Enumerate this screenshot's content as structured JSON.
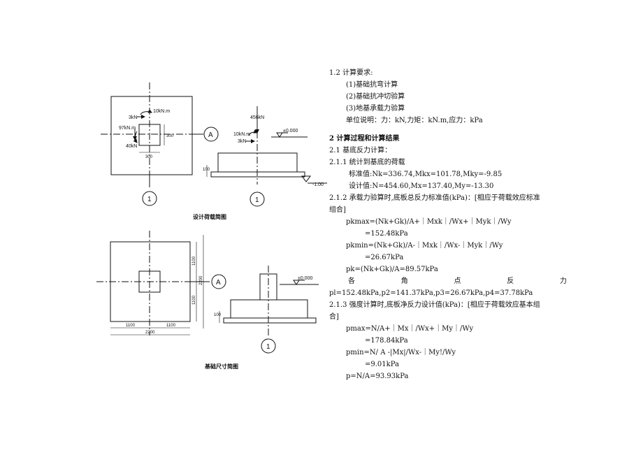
{
  "drawing1": {
    "caption": "设计荷载简图",
    "loads": {
      "moment_top": "10kN.m",
      "force_top": "3kN",
      "axial": "97kN.m",
      "force_left": "40kN",
      "dim_col_w": "300",
      "dim_col_h": "300"
    },
    "section": {
      "axial": "456kN",
      "moment": "10kN.m",
      "shear": "3kN",
      "elev_top": "±0.000",
      "elev_bot": "-1.00",
      "dim_base": "100"
    },
    "axis_a": "A",
    "axis_1_plan": "1",
    "axis_1_section": "1"
  },
  "drawing2": {
    "caption": "基础尺寸简图",
    "dims": {
      "right_top": "1100",
      "right_total": "2200",
      "right_bottom": "1100",
      "bottom_left": "1100",
      "bottom_right": "1100",
      "bottom_total": "2200"
    },
    "section": {
      "elev_top": "±0.000",
      "dim_base": "100"
    },
    "axis_a": "A",
    "axis_1": "1"
  },
  "text": {
    "l01": "1.2 计算要求:",
    "l02": "(1)基础抗弯计算",
    "l03": "(2)基础抗冲切验算",
    "l04": "(3)地基承载力验算",
    "l05": "单位说明：力：kN,力矩：kN.m,应力：kPa",
    "l06": "2 计算过程和计算结果",
    "l07": "2.1 基底反力计算：",
    "l08": "2.1.1 统计到基底的荷载",
    "l09": "标准值:Nk=336.74,Mkx=101.78,Mky=-9.85",
    "l10": "设计值:N=454.60,Mx=137.40,My=-13.30",
    "l11": "2.1.2 承载力验算时,底板总反力标准值(kPa)：[相应于荷载效应标准",
    "l12": "组合]",
    "l13": "pkmax=(Nk+Gk)/A+｜Mxk｜/Wx+｜Myk｜/Wy",
    "l14": "=152.48kPa",
    "l15": "pkmin=(Nk+Gk)/A-｜Mxk｜/Wx-｜Myk｜/Wy",
    "l16": "=26.67kPa",
    "l17": "pk=(Nk+Gk)/A=89.57kPa",
    "corner": [
      "各",
      "角",
      "点",
      "反",
      "力"
    ],
    "l18": "pl=152.48kPa,p2=141.37kPa,p3=26.67kPa,p4=37.78kPa",
    "l19": "2.1.3 强度计算时,底板净反力设计值(kPa)：[相应于荷载效应基本组",
    "l20": "合]",
    "l21": "pmax=N/A+｜Mx｜/Wx+｜My｜/Wy",
    "l22": "=178.84kPa",
    "l23": "pmin=N/ A -|Mx|/Wx-｜My!/Wy",
    "l24": "=9.01kPa",
    "l25": "p=N/A=93.93kPa"
  }
}
